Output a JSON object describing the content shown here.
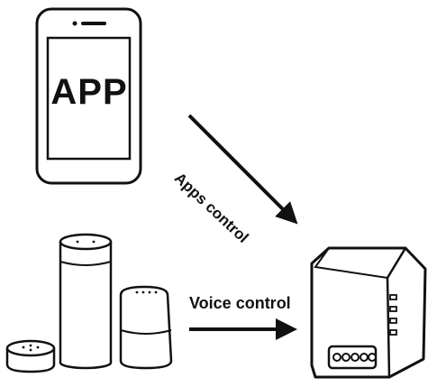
{
  "phone": {
    "screen_text": "APP",
    "icon": "smartphone-icon"
  },
  "links": {
    "apps_control": "Apps control",
    "voice_control": "Voice control"
  },
  "devices": {
    "speakers": [
      "smart-speaker-dot-icon",
      "smart-speaker-tall-icon",
      "smart-speaker-mini-icon"
    ],
    "switch_module": "smart-switch-module-icon"
  },
  "colors": {
    "line": "#111111",
    "background": "#ffffff"
  }
}
